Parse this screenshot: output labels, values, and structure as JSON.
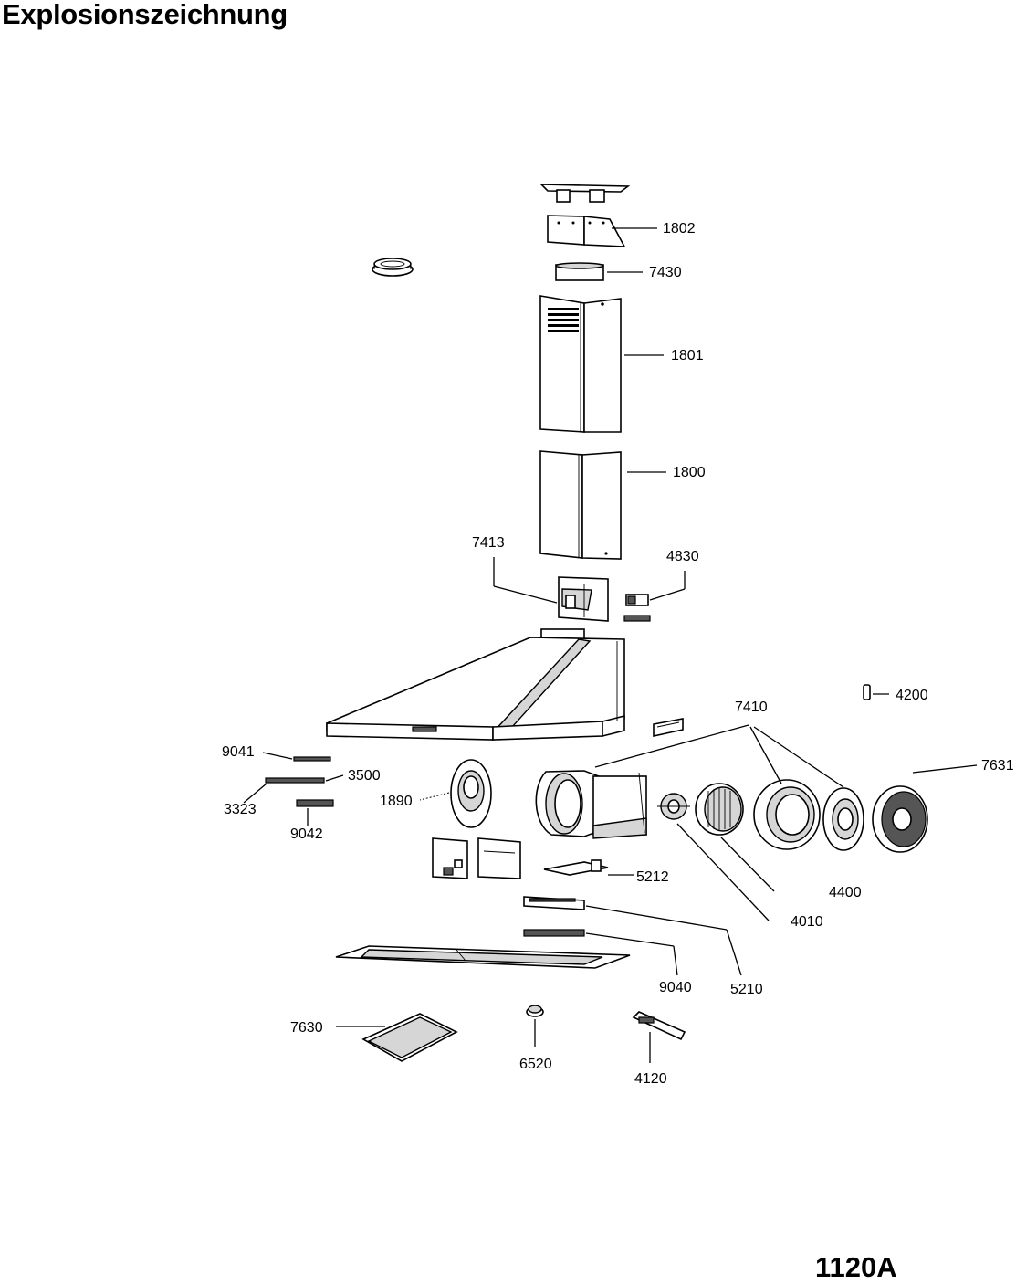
{
  "header": {
    "title": "Explosionszeichnung"
  },
  "footer": {
    "doc_code": "1120A"
  },
  "parts": {
    "p1802": "1802",
    "p7430": "7430",
    "p1801": "1801",
    "p1800": "1800",
    "p7413": "7413",
    "p4830": "4830",
    "p4200": "4200",
    "p7410": "7410",
    "p7631": "7631",
    "p9041": "9041",
    "p3500": "3500",
    "p3323": "3323",
    "p1890": "1890",
    "p9042": "9042",
    "p5212": "5212",
    "p4400": "4400",
    "p4010": "4010",
    "p9040": "9040",
    "p5210": "5210",
    "p7630": "7630",
    "p6520": "6520",
    "p4120": "4120"
  }
}
